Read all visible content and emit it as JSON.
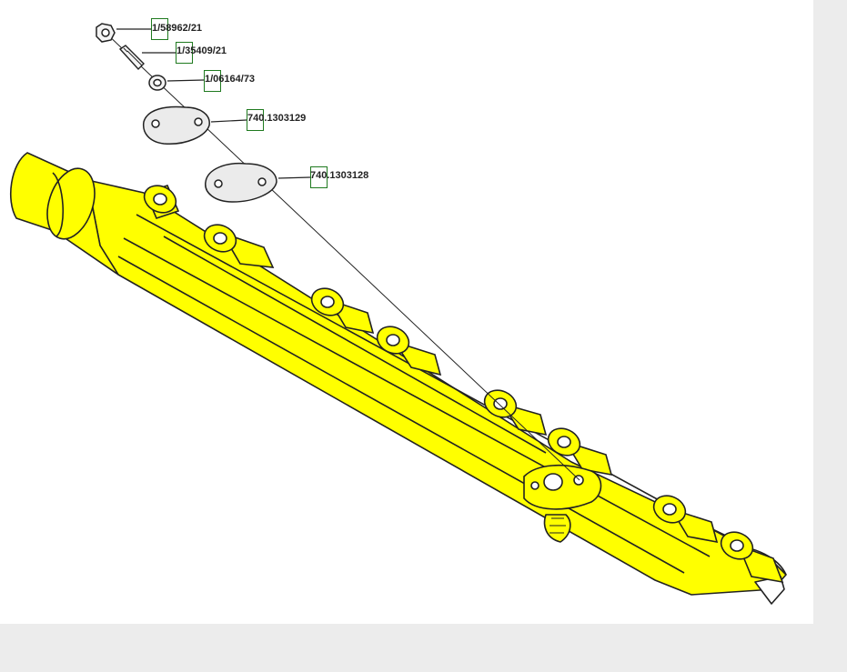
{
  "colors": {
    "manifold_fill": "#ffff00",
    "outline": "#222222",
    "gasket_fill": "#ebebeb",
    "hotspot_border": "#1f7a1f",
    "background": "#ffffff",
    "margin": "#ececec"
  },
  "parts": [
    {
      "id": "nut",
      "number": "1/58962/21"
    },
    {
      "id": "stud",
      "number": "1/35409/21"
    },
    {
      "id": "washer",
      "number": "1/06164/73"
    },
    {
      "id": "plate",
      "number": "740.1303129"
    },
    {
      "id": "gasket",
      "number": "740.1303128"
    }
  ]
}
